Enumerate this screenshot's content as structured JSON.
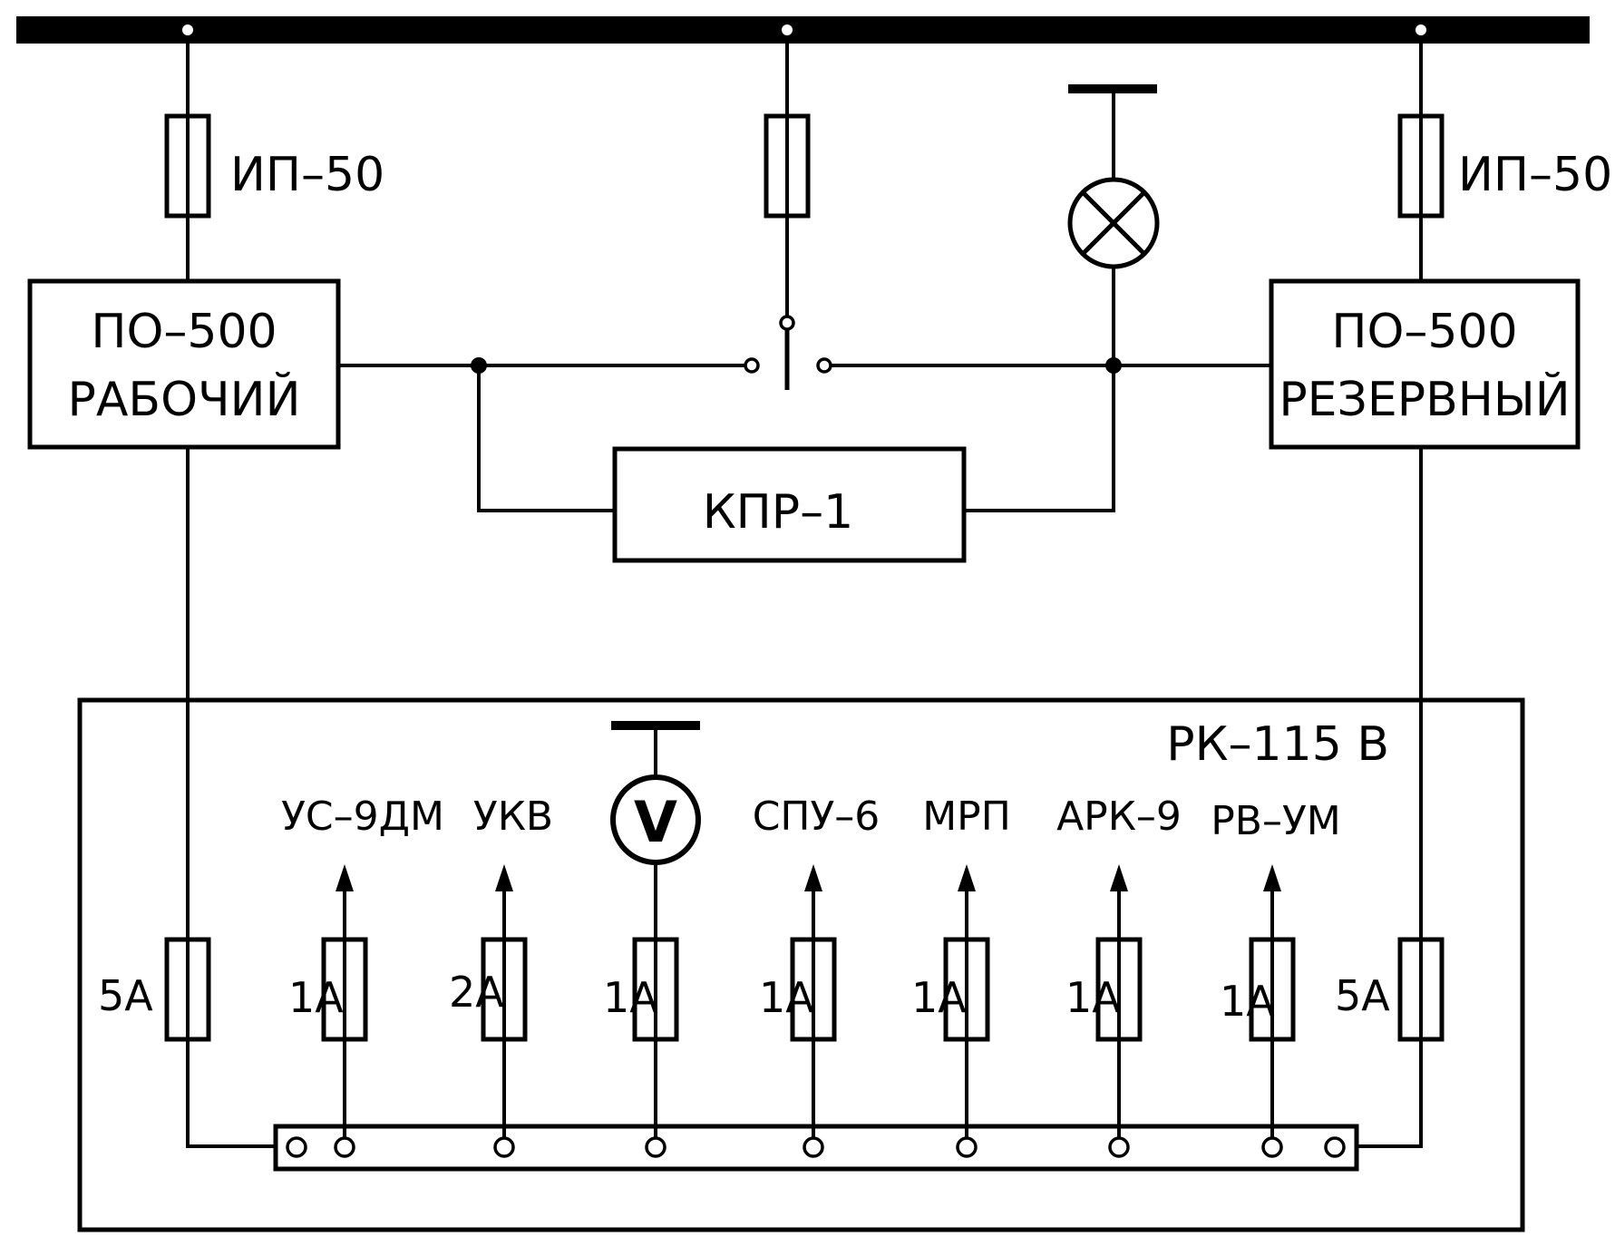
{
  "top_fuses": {
    "left": "ИП–50",
    "right": "ИП–50"
  },
  "converters": {
    "working": {
      "model": "ПО–500",
      "role": "РАБОЧИЙ"
    },
    "reserve": {
      "model": "ПО–500",
      "role": "РЕЗЕРВНЫЙ"
    }
  },
  "relay_label": "КПР–1",
  "voltmeter_symbol": "V",
  "box_label": "РК–115  В",
  "feeders": [
    {
      "load": "УС–9ДМ",
      "fuse": "1А"
    },
    {
      "load": "УКВ",
      "fuse": "2А"
    },
    {
      "load": "",
      "fuse": "1А"
    },
    {
      "load": "СПУ–6",
      "fuse": "1А"
    },
    {
      "load": "МРП",
      "fuse": "1А"
    },
    {
      "load": "АРК–9",
      "fuse": "1А"
    },
    {
      "load": "РВ–УМ",
      "fuse": "1А"
    }
  ],
  "input_fuses": {
    "left": "5А",
    "right": "5А"
  }
}
